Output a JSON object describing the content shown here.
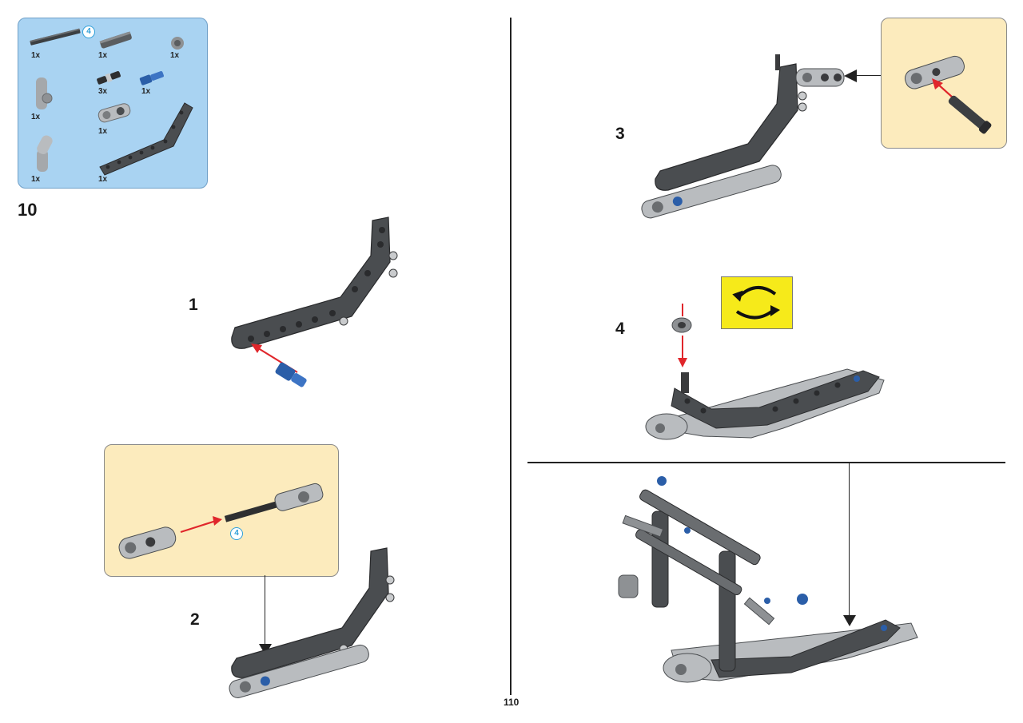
{
  "colors": {
    "parts_bg": "#a9d3f2",
    "callout_bg": "#fcebbd",
    "rotate_bg": "#f6ea1a",
    "dark_gray": "#4a4d50",
    "light_gray": "#b9bcbf",
    "blue": "#2b5ea8",
    "red_arrow": "#e0262b"
  },
  "parts_list": {
    "length_badge": "4",
    "items": [
      {
        "icon": "axle-4-icon",
        "qty": "1x"
      },
      {
        "icon": "axle-pin-icon",
        "qty": "1x"
      },
      {
        "icon": "bush-icon",
        "qty": "1x"
      },
      {
        "icon": "pin-with-friction-icon",
        "qty": "3x"
      },
      {
        "icon": "blue-axle-pin-icon",
        "qty": "1x"
      },
      {
        "icon": "angle-connector-icon",
        "qty": "1x"
      },
      {
        "icon": "perpendicular-connector-icon",
        "qty": "1x"
      },
      {
        "icon": "angled-connector-icon",
        "qty": "1x"
      },
      {
        "icon": "bent-liftarm-icon",
        "qty": "1x"
      }
    ]
  },
  "main_step": "10",
  "sub_steps": {
    "s1": "1",
    "s2": "2",
    "s3": "3",
    "s4": "4"
  },
  "callout_step2": {
    "length_badge": "4"
  },
  "rotate_indicator": {
    "icon": "rotate-model-icon"
  },
  "page_number": "110"
}
